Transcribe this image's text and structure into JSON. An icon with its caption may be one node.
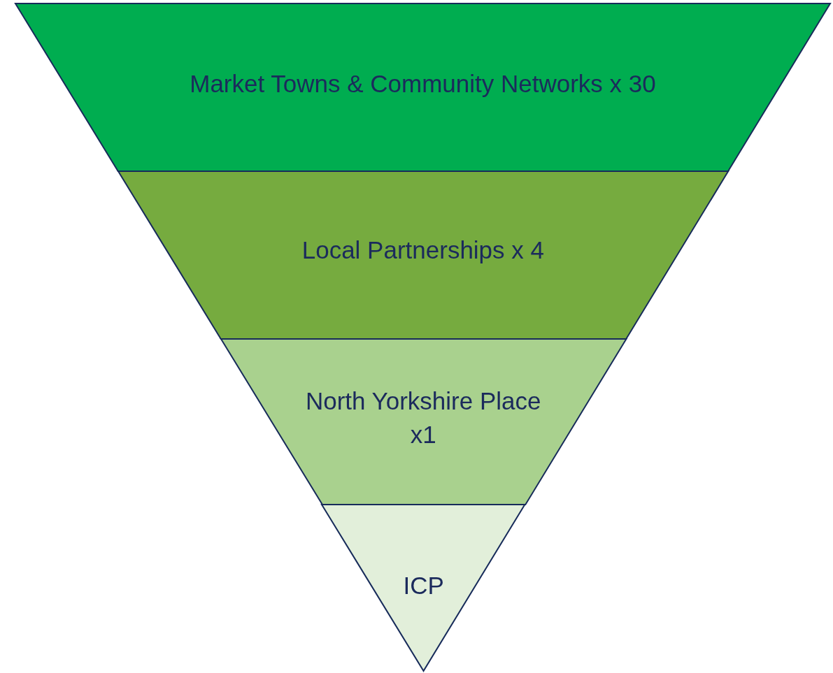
{
  "diagram": {
    "nodes": [
      {
        "text": [
          "Market Towns & Community Networks x 30"
        ]
      },
      {
        "text": [
          "Local Partnerships x 4"
        ]
      },
      {
        "text": [
          "North Yorkshire Place x1"
        ]
      },
      {
        "text": [
          "ICP"
        ]
      }
    ]
  }
}
